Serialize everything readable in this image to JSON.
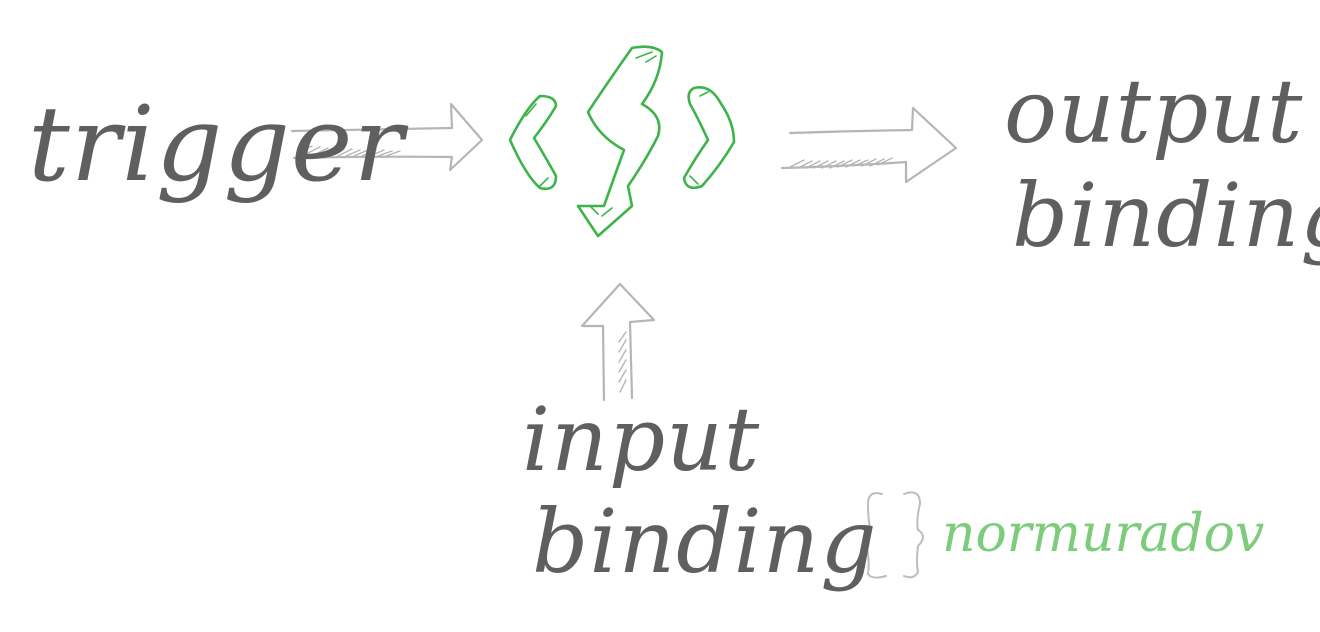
{
  "diagram": {
    "nodes": {
      "trigger": {
        "label": "trigger"
      },
      "output_binding": {
        "line1": "output",
        "line2": "binding"
      },
      "input_binding": {
        "line1": "input",
        "line2": "binding"
      },
      "function": {
        "icon": "function-braces-lightning-icon"
      }
    },
    "edges": [
      {
        "from": "trigger",
        "to": "function"
      },
      {
        "from": "function",
        "to": "output_binding"
      },
      {
        "from": "input_binding",
        "to": "function"
      }
    ],
    "logo": {
      "text": "normuradov",
      "icon": "curly-braces-icon"
    }
  },
  "colors": {
    "ink": "#5f5f5f",
    "arrow": "#b5b5b5",
    "accent_green": "#3cb44a",
    "logo_green": "#7ccc7c",
    "logo_braces": "#bdbdbd"
  }
}
